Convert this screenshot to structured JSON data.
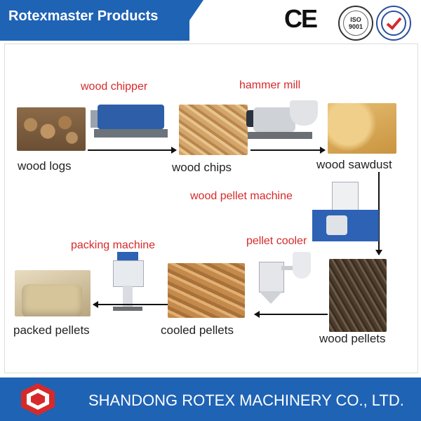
{
  "header": {
    "title": "Rotexmaster Products",
    "cert_ce": "CE",
    "cert_iso": "ISO",
    "cert_iso_num": "9001"
  },
  "steps": {
    "wood_logs": "wood logs",
    "wood_chipper": "wood chipper",
    "wood_chips": "wood chips",
    "hammer_mill": "hammer mill",
    "wood_sawdust": "wood sawdust",
    "wood_pellet_machine": "wood pellet machine",
    "pellet_cooler": "pellet cooler",
    "wood_pellets": "wood pellets",
    "packing_machine": "packing machine",
    "cooled_pellets": "cooled pellets",
    "packed_pellets": "packed pellets"
  },
  "footer": {
    "company": "SHANDONG ROTEX MACHINERY CO., LTD."
  },
  "colors": {
    "brand_blue": "#1f63b5",
    "machine_label_red": "#d62a2a"
  }
}
